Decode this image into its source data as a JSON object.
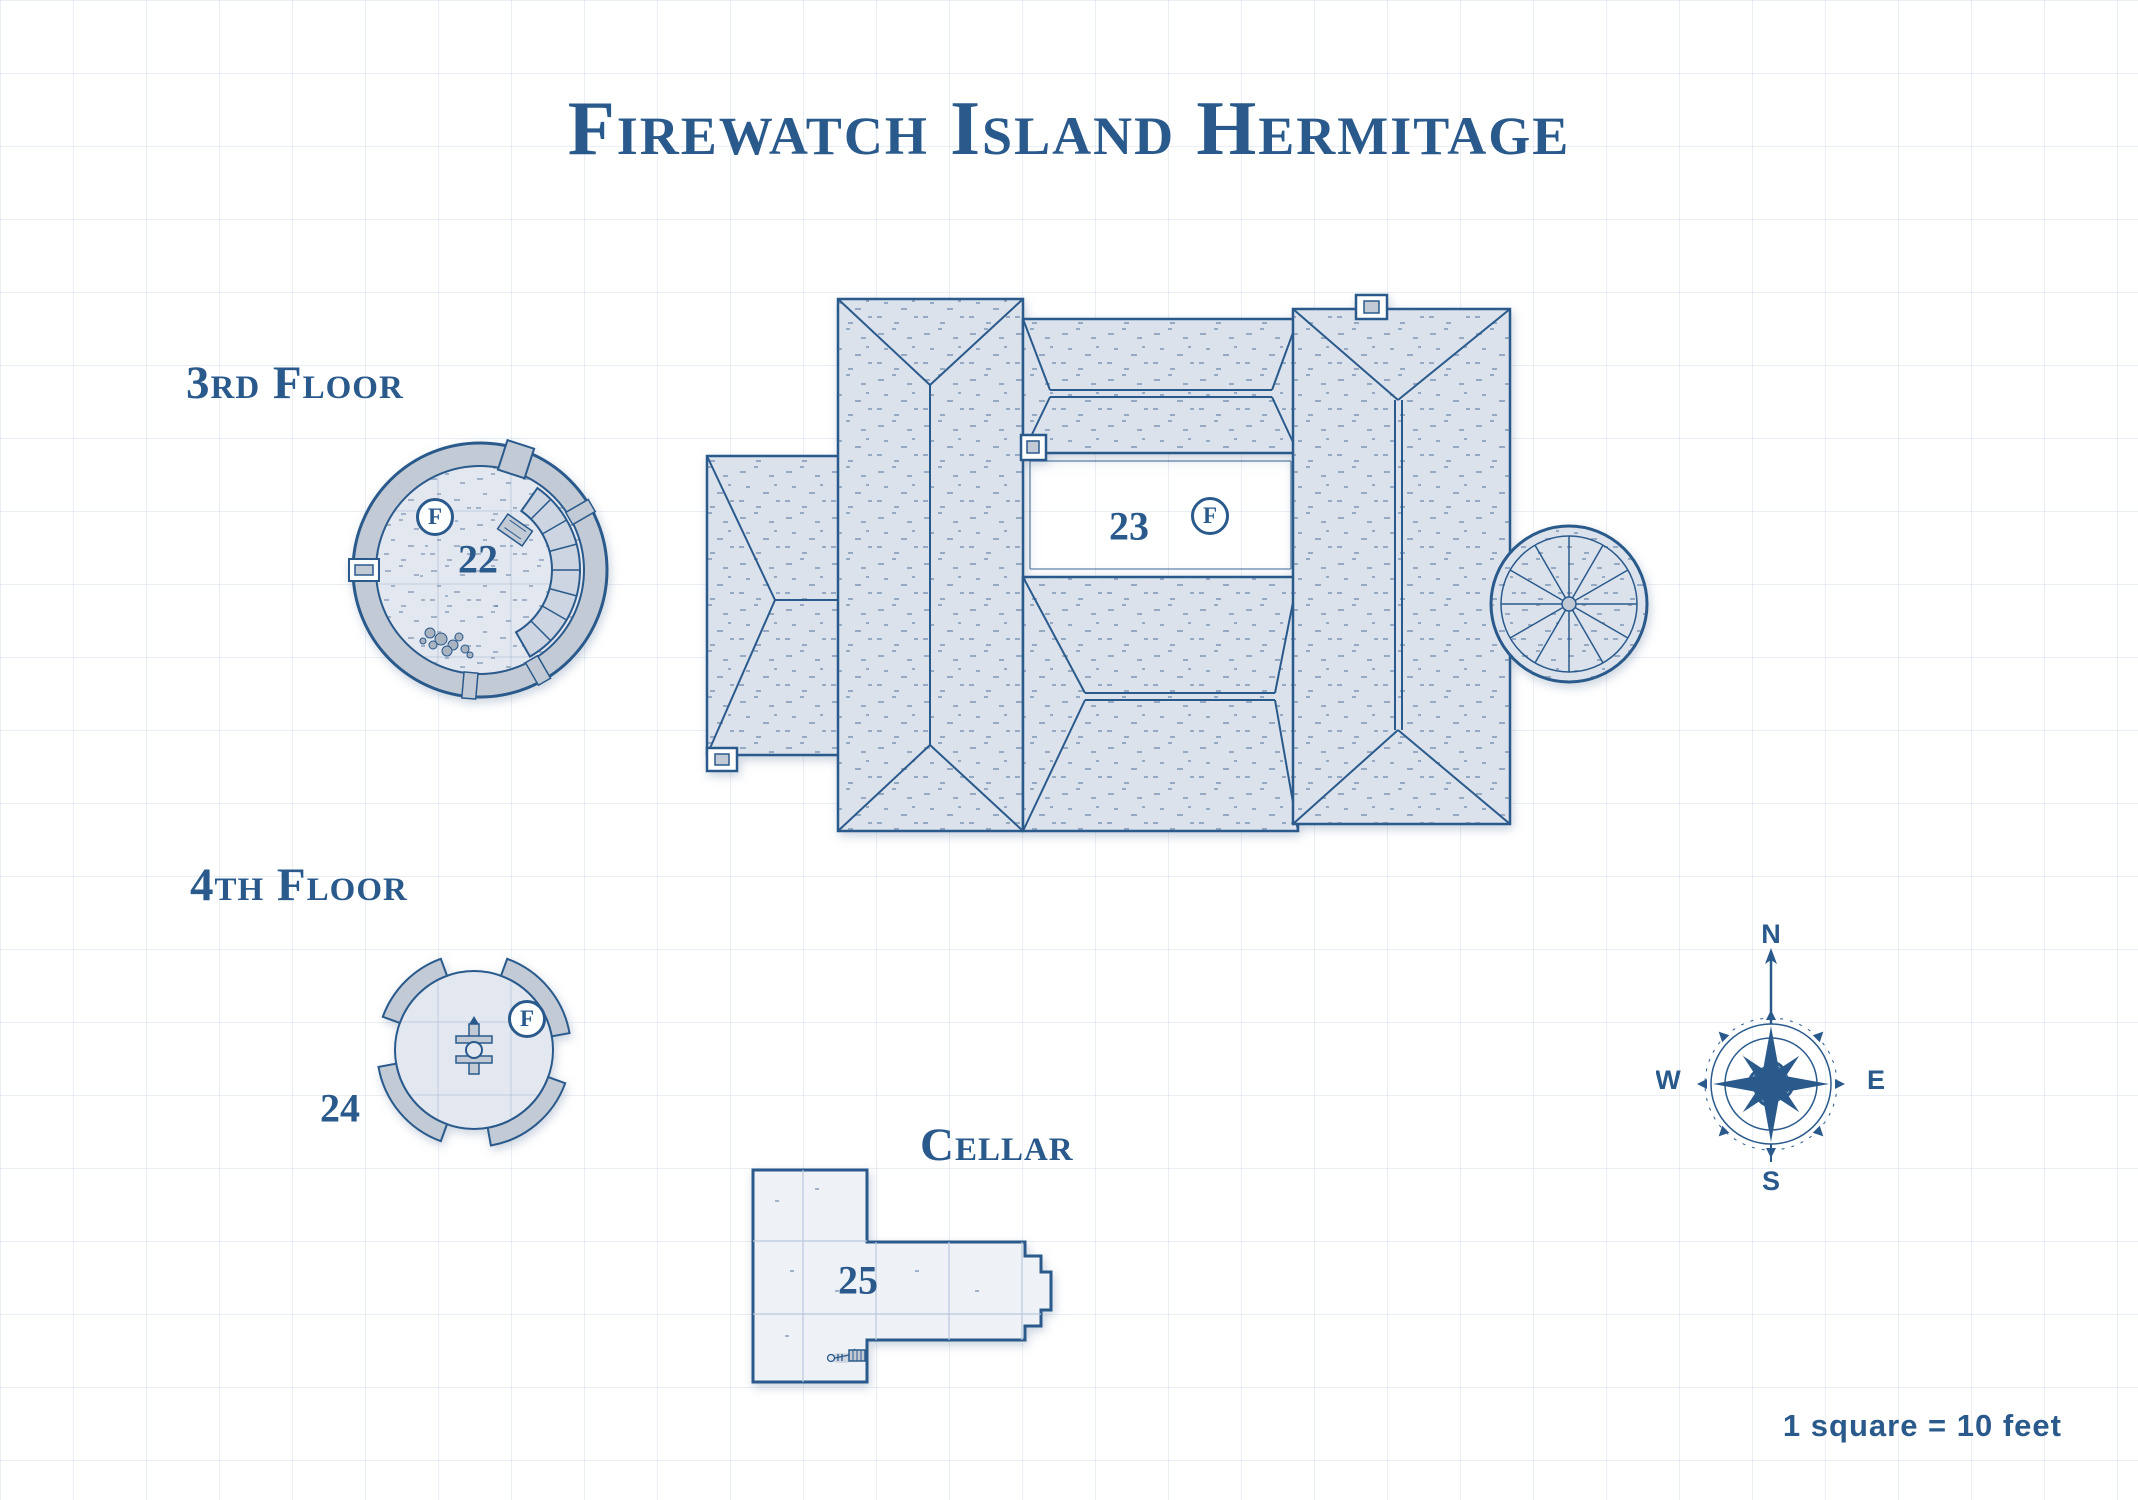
{
  "title": "Firewatch Island Hermitage",
  "sections": {
    "third_floor": {
      "label": "3rd Floor",
      "room_number": "22",
      "fireplace_marker": "F"
    },
    "main_roof": {
      "room_number": "23",
      "fireplace_marker": "F"
    },
    "fourth_floor": {
      "label": "4th Floor",
      "room_number": "24",
      "fireplace_marker": "F"
    },
    "cellar": {
      "label": "Cellar",
      "room_number": "25"
    }
  },
  "compass": {
    "north": "N",
    "east": "E",
    "south": "S",
    "west": "W"
  },
  "scale_note": "1 square = 10 feet",
  "colors": {
    "ink": "#2a5a8c",
    "roof_fill": "#dbe2ec",
    "wall_gray": "#c2cad5",
    "interior_fill": "#e2e7f0",
    "stair_fill": "#ccd5e1",
    "paper": "#ffffff",
    "grid_line": "#c7d4e4"
  }
}
